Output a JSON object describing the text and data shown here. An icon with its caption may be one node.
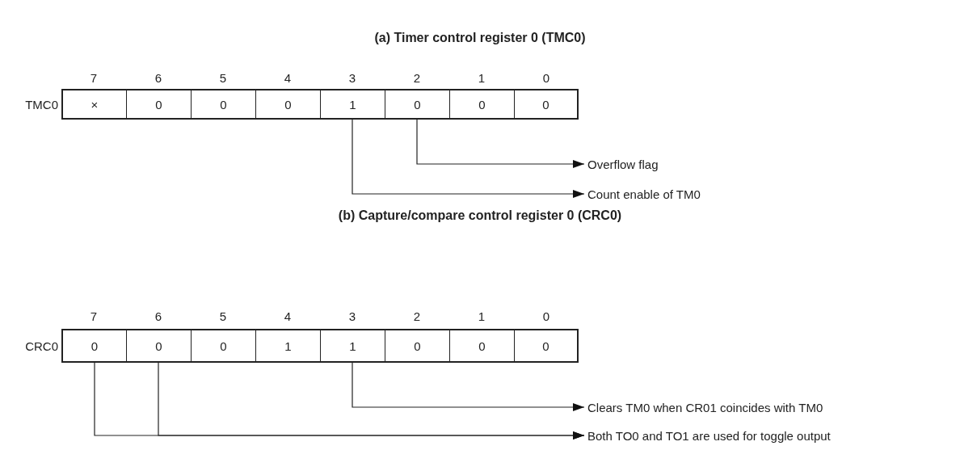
{
  "diagram": {
    "nodes": [
      {
        "text": [
          "TMC0"
        ]
      },
      {
        "text": [
          "×"
        ],
        "in": 0
      },
      {
        "text": [
          "0"
        ],
        "in": 0
      },
      {
        "text": [
          "0"
        ],
        "in": 0
      },
      {
        "text": [
          "0"
        ],
        "in": 0
      },
      {
        "text": [
          "1"
        ],
        "in": 0
      },
      {
        "text": [
          "0"
        ],
        "in": 0
      },
      {
        "text": [
          "0"
        ],
        "in": 0
      },
      {
        "text": [
          "0"
        ],
        "in": 0
      },
      {
        "text": [
          "Overflow flag"
        ]
      },
      {
        "text": [
          "Count enable of TM0"
        ]
      },
      {
        "text": [
          "CRC0"
        ]
      },
      {
        "text": [
          "0"
        ],
        "in": 11
      },
      {
        "text": [
          "0"
        ],
        "in": 11
      },
      {
        "text": [
          "0"
        ],
        "in": 11
      },
      {
        "text": [
          "1"
        ],
        "in": 11
      },
      {
        "text": [
          "1"
        ],
        "in": 11
      },
      {
        "text": [
          "0"
        ],
        "in": 11
      },
      {
        "text": [
          "0"
        ],
        "in": 11
      },
      {
        "text": [
          "0"
        ],
        "in": 11
      },
      {
        "text": [
          "Clears TM0 when CR01 coincides with TM0"
        ]
      },
      {
        "text": [
          "Both TO0 and TO1 are used for toggle output"
        ]
      }
    ],
    "edges": [
      {
        "from": 6,
        "to": 9,
        "arrow": "to"
      },
      {
        "from": 5,
        "to": 10,
        "arrow": "to"
      },
      {
        "from": 16,
        "to": 20,
        "arrow": "to"
      },
      {
        "from": 12,
        "to": 21,
        "arrow": "to"
      },
      {
        "from": 13,
        "to": 21,
        "arrow": "to"
      }
    ],
    "labels": [
      "(a) Timer control register 0 (TMC0)",
      "7",
      "6",
      "5",
      "4",
      "3",
      "2",
      "1",
      "0",
      "(b) Capture/compare control register 0 (CRC0)",
      "7",
      "6",
      "5",
      "4",
      "3",
      "2",
      "1",
      "0"
    ]
  }
}
